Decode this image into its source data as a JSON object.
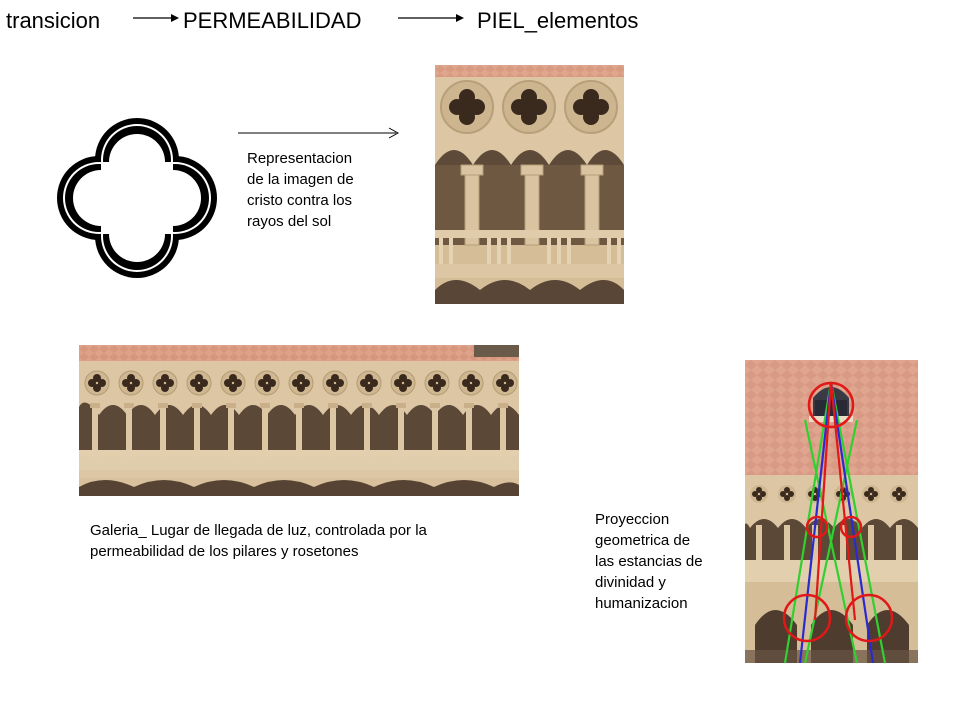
{
  "header": {
    "word1": "transicion",
    "word2": "PERMEABILIDAD",
    "word3": "PIEL_elementos"
  },
  "captions": {
    "representacion": [
      "Representacion",
      "de la imagen de",
      "cristo contra los",
      "rayos del sol"
    ],
    "galeria": [
      "Galeria_ Lugar de llegada de luz, controlada por la",
      "permeabilidad de los pilares y rosetones"
    ],
    "proyeccion": [
      "Proyeccion",
      "geometrica de",
      "las estancias de",
      "divinidad y",
      "humanizacion"
    ]
  },
  "colors": {
    "stone": "#d8c3a0",
    "stone_dark": "#a98e68",
    "brick": "#e2a892",
    "shadow": "#5a4a3a",
    "overlay_red": "#e01818",
    "overlay_blue": "#2a2ad0",
    "overlay_green": "#30d030"
  }
}
